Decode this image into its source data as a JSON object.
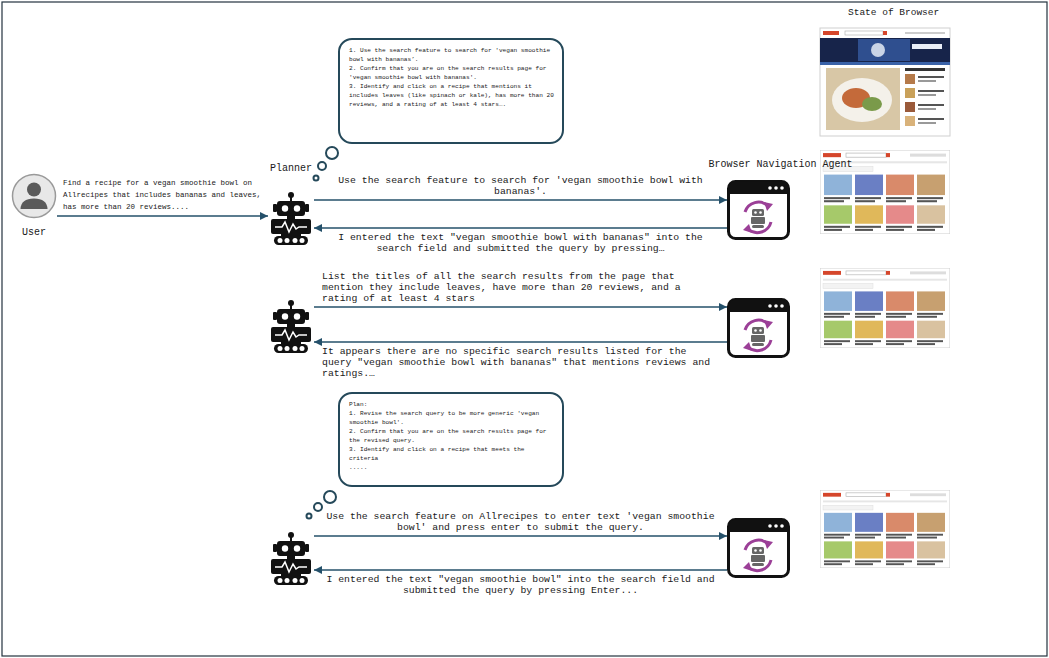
{
  "diagram": {
    "nodes": [
      {
        "text": [
          "1. Use the search feature to search for 'vegan smoothie bowl with bananas’.",
          "2. Confirm that you are on the search results page for 'vegan smoothie bowl with bananas'.",
          "3. Identify and click on a recipe that mentions it includes leaves (like spinach or kale), has more than 20 reviews, and a rating of at least 4 stars…."
        ]
      },
      {
        "text": [
          "User"
        ]
      },
      {
        "text": [
          "Planner"
        ]
      },
      {
        "text": [
          "Browser Navigation Agent"
        ]
      },
      {
        "text": []
      },
      {
        "text": []
      },
      {
        "text": [
          "Plan:",
          "1. Revise the search query to be more generic 'vegan smoothie bowl'.",
          "2. Confirm that you are on the search results page for the revised query.",
          "3. Identify and click on a recipe that meets the criteria",
          "....."
        ]
      },
      {
        "text": []
      },
      {
        "text": []
      }
    ],
    "edges": [
      {
        "from": 1,
        "to": 2,
        "arrow": "to",
        "label": "Find a recipe for a vegan smoothie bowl on Allrecipes that includes bananas and leaves, has more than 20 reviews...."
      },
      {
        "from": 2,
        "to": 3,
        "arrow": "to",
        "label": "Use the search feature to search for 'vegan smoothie bowl with bananas'."
      },
      {
        "from": 3,
        "to": 2,
        "arrow": "to",
        "label": "I entered the text \"vegan smoothie bowl with bananas\" into the search field and submitted the query by pressing…"
      },
      {
        "from": 4,
        "to": 5,
        "arrow": "to",
        "label": "List the titles of all the search results from the page that mention they include leaves, have more than 20 reviews, and a rating of at least 4 stars"
      },
      {
        "from": 5,
        "to": 4,
        "arrow": "to",
        "label": "It appears there are no specific search results listed for the query \"vegan smoothie bowl with bananas\" that mentions reviews and ratings.…"
      },
      {
        "from": 7,
        "to": 8,
        "arrow": "to",
        "label": "Use the search feature on Allrecipes to enter text 'vegan smoothie bowl' and press enter to submit the query."
      },
      {
        "from": 8,
        "to": 7,
        "arrow": "to",
        "label": "I entered the text \"vegan smoothie bowl\" into the search field and submitted the query by pressing Enter..."
      }
    ],
    "labels": [
      "State of Browser"
    ]
  }
}
